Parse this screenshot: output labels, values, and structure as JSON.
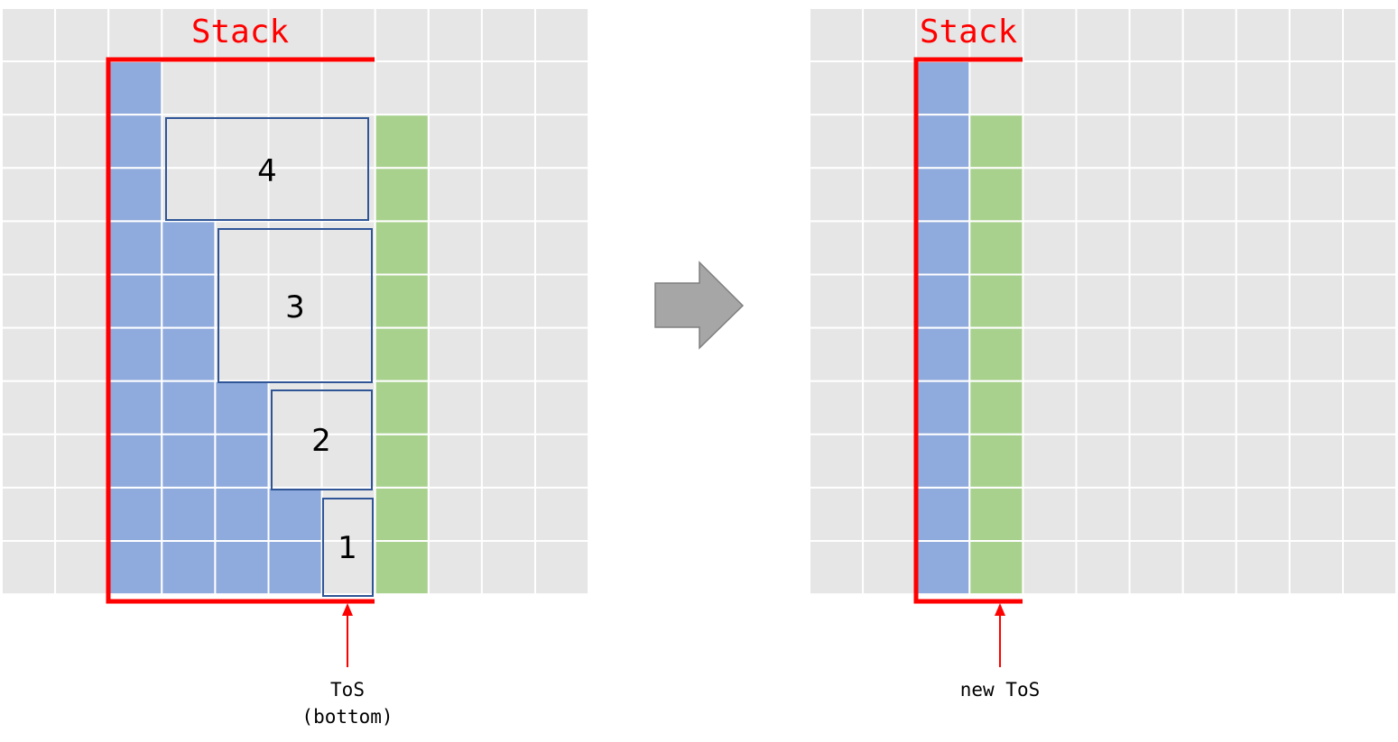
{
  "colors": {
    "background": "#ffffff",
    "grid_cell": "#e6e6e6",
    "grid_line": "#ffffff",
    "blue_cell": "#8faadc",
    "green_cell": "#a9d18e",
    "stack_outline": "#ff0000",
    "box_outline": "#2f5597",
    "arrow_fill": "#a6a6a6",
    "arrow_stroke": "#7f7f7f",
    "text": "#000000"
  },
  "left_panel": {
    "stack_label": "Stack",
    "boxes": [
      {
        "label": "4"
      },
      {
        "label": "3"
      },
      {
        "label": "2"
      },
      {
        "label": "1"
      }
    ],
    "pointer": {
      "line1": "ToS",
      "line2": "(bottom)"
    }
  },
  "right_panel": {
    "stack_label": "Stack",
    "pointer": {
      "label": "new ToS"
    }
  },
  "transition_arrow": {
    "icon": "right-arrow-icon"
  }
}
